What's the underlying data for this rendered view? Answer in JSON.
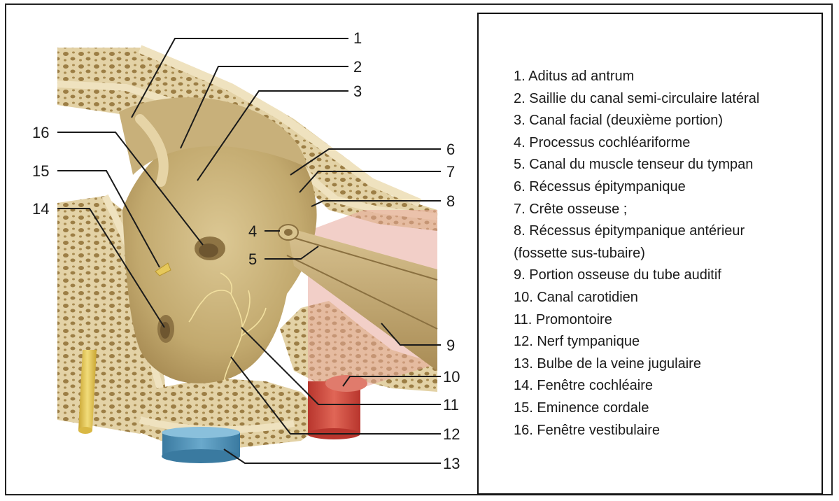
{
  "legend": {
    "items": [
      "1. Aditus ad antrum",
      "2. Saillie du canal semi-circulaire latéral",
      "3. Canal facial (deuxième portion)",
      "4. Processus cochléariforme",
      "5. Canal du muscle tenseur du tympan",
      "6. Récessus épitympanique",
      "7. Crête osseuse ;",
      "8. Récessus épitympanique antérieur",
      "(fossette sus-tubaire)",
      "9. Portion osseuse du tube auditif",
      "10. Canal carotidien",
      "11. Promontoire",
      "12. Nerf tympanique",
      "13. Bulbe de la veine jugulaire",
      "14. Fenêtre cochléaire",
      "15. Eminence cordale",
      "16. Fenêtre vestibulaire"
    ]
  },
  "callouts": {
    "n1": "1",
    "n2": "2",
    "n3": "3",
    "n4": "4",
    "n5": "5",
    "n6": "6",
    "n7": "7",
    "n8": "8",
    "n9": "9",
    "n10": "10",
    "n11": "11",
    "n12": "12",
    "n13": "13",
    "n14": "14",
    "n15": "15",
    "n16": "16"
  },
  "colors": {
    "bone": "#d8c59a",
    "bone_dark": "#a98c55",
    "cavity": "#c9b27a",
    "artery": "#d24a3f",
    "vein": "#4c8fb5",
    "nerve": "#e6c85a",
    "tube_highlight": "#e8a89a"
  }
}
